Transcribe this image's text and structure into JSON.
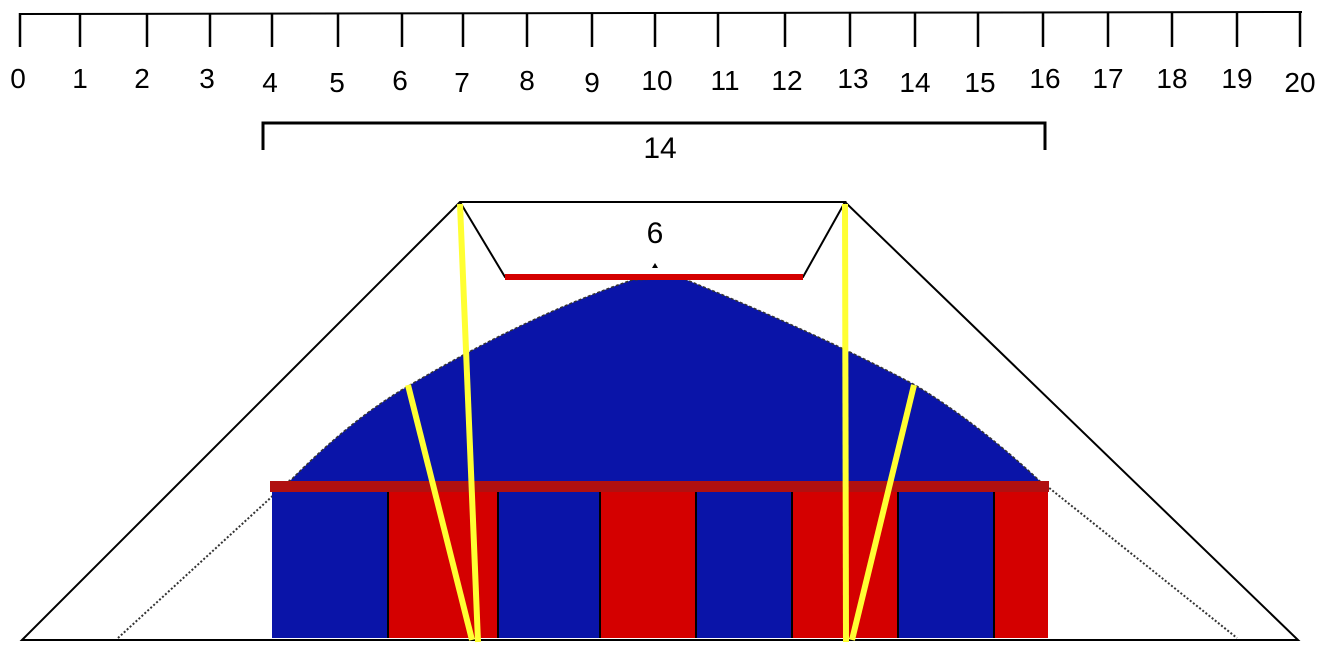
{
  "ruler": {
    "ticks": [
      "0",
      "1",
      "2",
      "3",
      "4",
      "5",
      "6",
      "7",
      "8",
      "9",
      "10",
      "11",
      "12",
      "13",
      "14",
      "15",
      "16",
      "17",
      "18",
      "19",
      "20"
    ]
  },
  "dimensions": {
    "width_label": "14",
    "top_label": "6"
  },
  "colors": {
    "line": "#000000",
    "blue": "#0A14A8",
    "red": "#D40000",
    "dark_red": "#B01010",
    "yellow": "#FFFF33",
    "background": "#FFFFFF"
  }
}
